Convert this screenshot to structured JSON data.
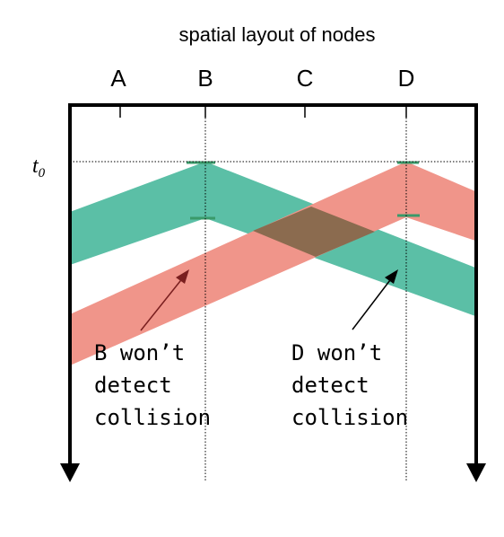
{
  "title": "spatial layout of nodes",
  "nodes": [
    "A",
    "B",
    "C",
    "D"
  ],
  "time_label": {
    "symbol": "t",
    "subscript": "0"
  },
  "annotations": [
    {
      "lines": [
        "B won’t",
        "detect",
        "collision"
      ]
    },
    {
      "lines": [
        "D won’t",
        "detect",
        "collision"
      ]
    }
  ],
  "colors": {
    "signal_from_B": "#5bbfa6",
    "signal_from_D": "#f0958a",
    "overlap": "#8b6b4f",
    "axis": "#000000",
    "arrow": "#7a1f1f"
  },
  "icons": {
    "time_axis_arrow": "downward-arrowhead",
    "pointer_arrow": "diagonal-arrow"
  }
}
